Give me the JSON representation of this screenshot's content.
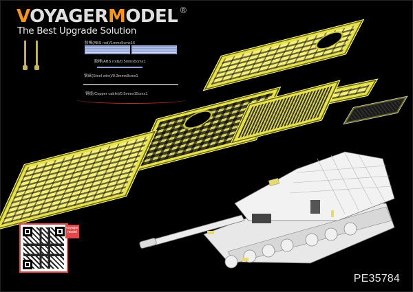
{
  "brand": {
    "name_part1_accent": "V",
    "name_part1": "OYAGER",
    "name_part2_accent": "M",
    "name_part2": "ODEL",
    "registered_mark": "®",
    "tagline": "The Best Upgrade Solution",
    "accent_color": "#f7941d",
    "text_color": "#e0e0e0"
  },
  "materials": [
    {
      "label": "胶棒(ABS rod)/1mmx5cmx16"
    },
    {
      "label": "胶棒(ABS rod)/0.5mmx5cmx1"
    },
    {
      "label": "钢丝(Steel wire)/0.3mmx8cmx1"
    },
    {
      "label": "铜缆(Copper cable)/0.5mmx15cmx1"
    }
  ],
  "qr": {
    "tag_line1": "voyager",
    "tag_line2": "model",
    "tag_color": "#e0484a"
  },
  "product": {
    "code": "PE35784"
  }
}
